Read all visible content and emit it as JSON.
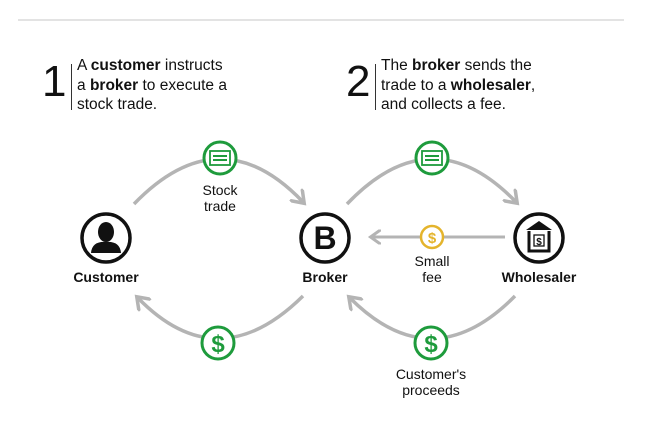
{
  "steps": [
    {
      "number": "1",
      "parts": [
        {
          "t": "A ",
          "b": false
        },
        {
          "t": "customer",
          "b": true
        },
        {
          "t": " instructs",
          "b": false
        },
        {
          "t": "\n",
          "b": false
        },
        {
          "t": "a ",
          "b": false
        },
        {
          "t": "broker",
          "b": true
        },
        {
          "t": " to execute a",
          "b": false
        },
        {
          "t": "\n",
          "b": false
        },
        {
          "t": "stock trade.",
          "b": false
        }
      ]
    },
    {
      "number": "2",
      "parts": [
        {
          "t": "The ",
          "b": false
        },
        {
          "t": "broker",
          "b": true
        },
        {
          "t": " sends the",
          "b": false
        },
        {
          "t": "\n",
          "b": false
        },
        {
          "t": "trade to a ",
          "b": false
        },
        {
          "t": "wholesaler",
          "b": true
        },
        {
          "t": ",",
          "b": false
        },
        {
          "t": "\n",
          "b": false
        },
        {
          "t": "and collects a fee.",
          "b": false
        }
      ]
    }
  ],
  "nodes": {
    "customer": "Customer",
    "broker": "Broker",
    "wholesaler": "Wholesaler"
  },
  "flows": {
    "stock_trade": "Stock\ntrade",
    "small_fee": "Small\nfee",
    "customer_proceeds": "Customer's\nproceeds"
  },
  "colors": {
    "green": "#1e9b3c",
    "gold": "#e4b42c",
    "arrow": "#b4b4b4",
    "ink": "#111111"
  }
}
